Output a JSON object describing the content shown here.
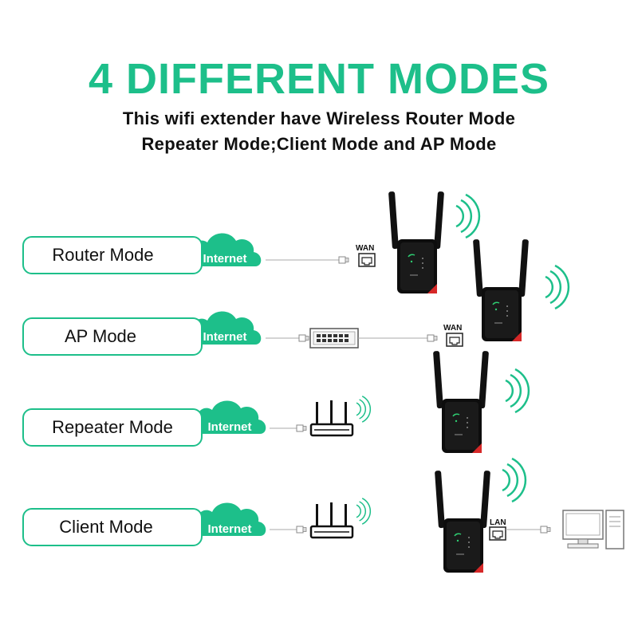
{
  "header": {
    "title": "4 DIFFERENT MODES",
    "subtitle_line1": "This wifi extender have Wireless Router Mode",
    "subtitle_line2": "Repeater Mode;Client Mode and AP Mode"
  },
  "modes": [
    {
      "label": "Router Mode",
      "cloud": "Internet"
    },
    {
      "label": "AP Mode",
      "cloud": "Internet"
    },
    {
      "label": "Repeater Mode",
      "cloud": "Internet"
    },
    {
      "label": "Client Mode",
      "cloud": "Internet"
    }
  ],
  "ports": {
    "wan1": "WAN",
    "wan2": "WAN",
    "lan": "LAN"
  },
  "colors": {
    "accent": "#1dbf8a",
    "device": "#111111",
    "text": "#111111"
  }
}
